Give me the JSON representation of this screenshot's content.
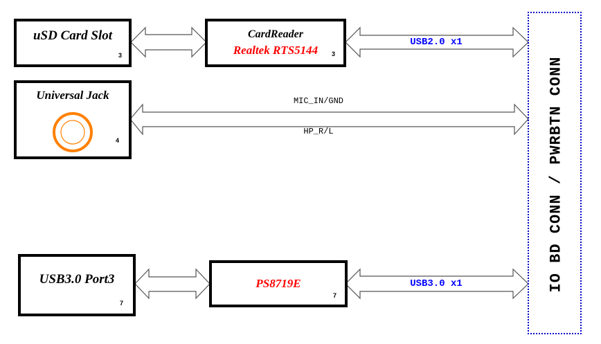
{
  "colors": {
    "block_border": "#000000",
    "chip_text": "#ff0000",
    "bus_label": "#0000ff",
    "signal_label": "#000000",
    "jack": "#ff8000",
    "connector_border": "#0000cc"
  },
  "blocks": {
    "usd_slot": {
      "title": "uSD Card Slot",
      "page": "3"
    },
    "card_reader": {
      "title": "CardReader",
      "chip": "Realtek RTS5144",
      "page": "3"
    },
    "universal_jack": {
      "title": "Universal Jack",
      "page": "4",
      "icon": "audio-jack-icon"
    },
    "usb3_port": {
      "title": "USB3.0 Port3",
      "page": "7"
    },
    "ps8719e": {
      "chip": "PS8719E",
      "page": "7"
    }
  },
  "buses": {
    "usb2": {
      "label": "USB2.0 x1"
    },
    "audio": {
      "label_top": "MIC_IN/GND",
      "label_bottom": "HP_R/L"
    },
    "usb3": {
      "label": "USB3.0 x1"
    }
  },
  "connector": {
    "label": "IO BD CONN / PWRBTN CONN"
  }
}
